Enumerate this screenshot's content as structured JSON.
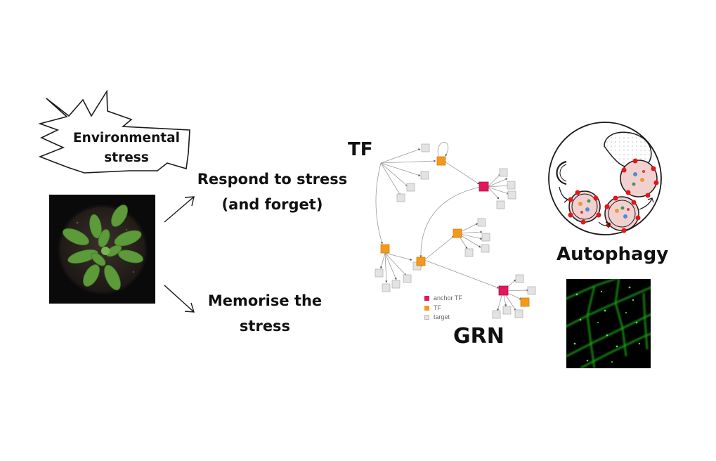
{
  "stress": {
    "label_line1": "Environmental",
    "label_line2": "stress"
  },
  "response": {
    "respond_line1": "Respond to stress",
    "respond_line2": "(and forget)",
    "memorise_line1": "Memorise the",
    "memorise_line2": "stress"
  },
  "grn": {
    "tf_label": "TF",
    "grn_label": "GRN",
    "legend": [
      {
        "label": "anchor TF",
        "color": "#e0185e"
      },
      {
        "label": "TF",
        "color": "#f39a1d"
      },
      {
        "label": "target",
        "color": "#e3e3e3"
      }
    ]
  },
  "autophagy": {
    "label": "Autophagy"
  },
  "colors": {
    "anchor_tf": "#e0185e",
    "tf": "#f39a1d",
    "target": "#e3e3e3",
    "leaf": "#5c9a3a",
    "fluorescence": "#22c41e"
  },
  "icons": [
    "starburst-icon",
    "arrow-icon",
    "plant-photo",
    "autophagy-cell-icon",
    "fluorescence-micrograph"
  ]
}
